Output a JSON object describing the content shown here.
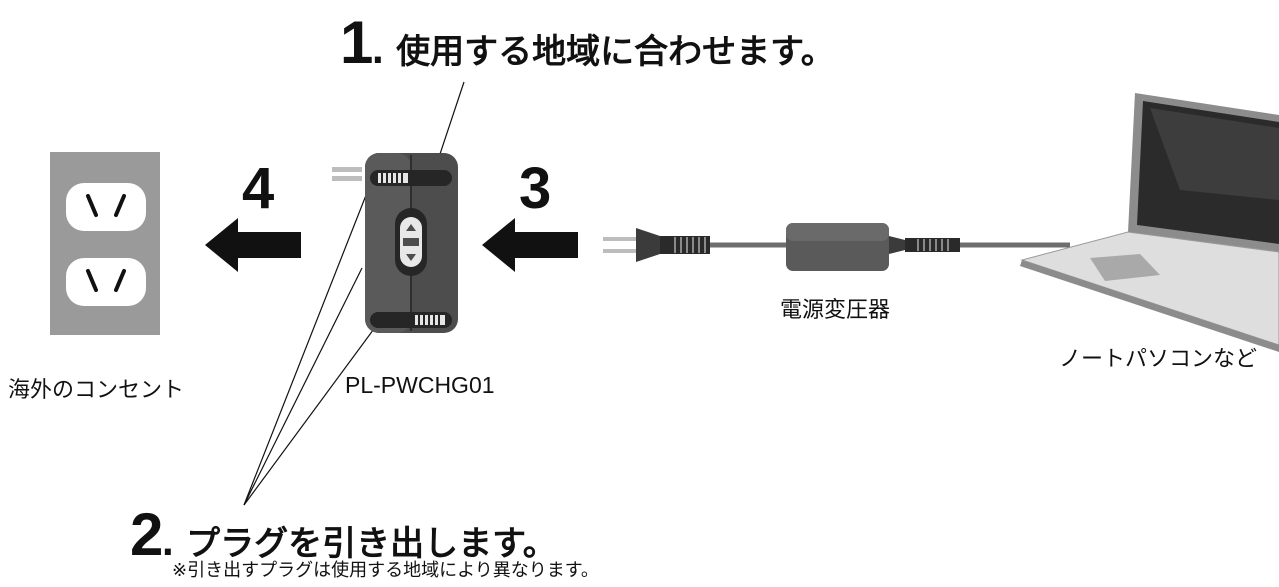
{
  "steps": {
    "step1": {
      "number": "1",
      "text": ". 使用する地域に合わせます。"
    },
    "step2": {
      "number": "2",
      "text": ". プラグを引き出します。",
      "note": "※引き出すプラグは使用する地域により異なります。"
    },
    "step3": {
      "number": "3"
    },
    "step4": {
      "number": "4"
    }
  },
  "labels": {
    "outlet": "海外のコンセント",
    "device": "PL-PWCHG01",
    "transformer": "電源変圧器",
    "laptop": "ノートパソコンなど"
  },
  "colors": {
    "outlet_plate": "#9a9a9a",
    "device_body": "#4d4d4d",
    "arrow": "#111111",
    "laptop_screen": "#2b2b2b"
  }
}
